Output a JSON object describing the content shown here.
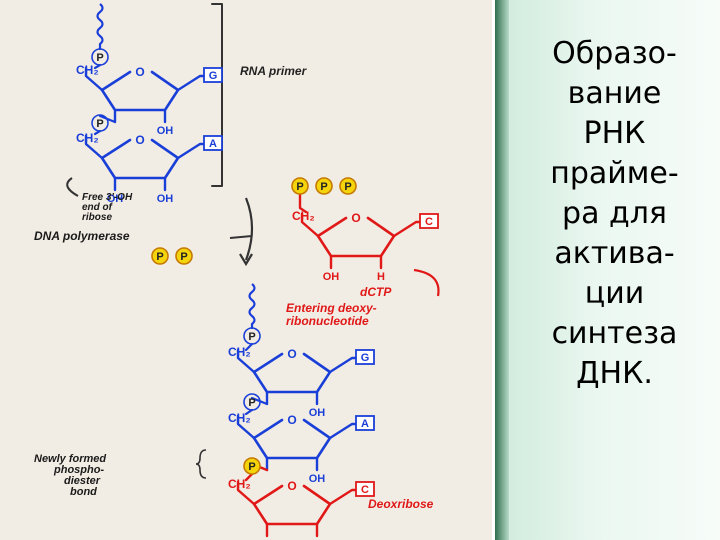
{
  "caption": "Образо-\nвание\nРНК\nпрайме-\nра для\nактива-\nции\nсинтеза\nДНК.",
  "labels": {
    "rna_primer": "RNA primer",
    "free_oh": [
      "Free 3'-OH",
      "end of",
      "ribose"
    ],
    "dna_polymerase": "DNA polymerase",
    "dctp": "dCTP",
    "entering": [
      "Entering deoxy-",
      "ribonucleotide"
    ],
    "newly_formed": [
      "Newly formed",
      "phospho-",
      "diester",
      "bond"
    ],
    "deoxribose": "Deoxribose"
  },
  "atoms": {
    "phosphate": "P",
    "ch2": "CH₂",
    "ring_o": "O",
    "oh": "OH",
    "h": "H"
  },
  "bases": [
    "G",
    "A",
    "C"
  ],
  "colors": {
    "rna": "#1a3fd8",
    "dna": "#e01818",
    "phosphate_fill": "#f6d40c",
    "label": "#1a1a1a",
    "slide_accent": "#2f6f4e"
  }
}
